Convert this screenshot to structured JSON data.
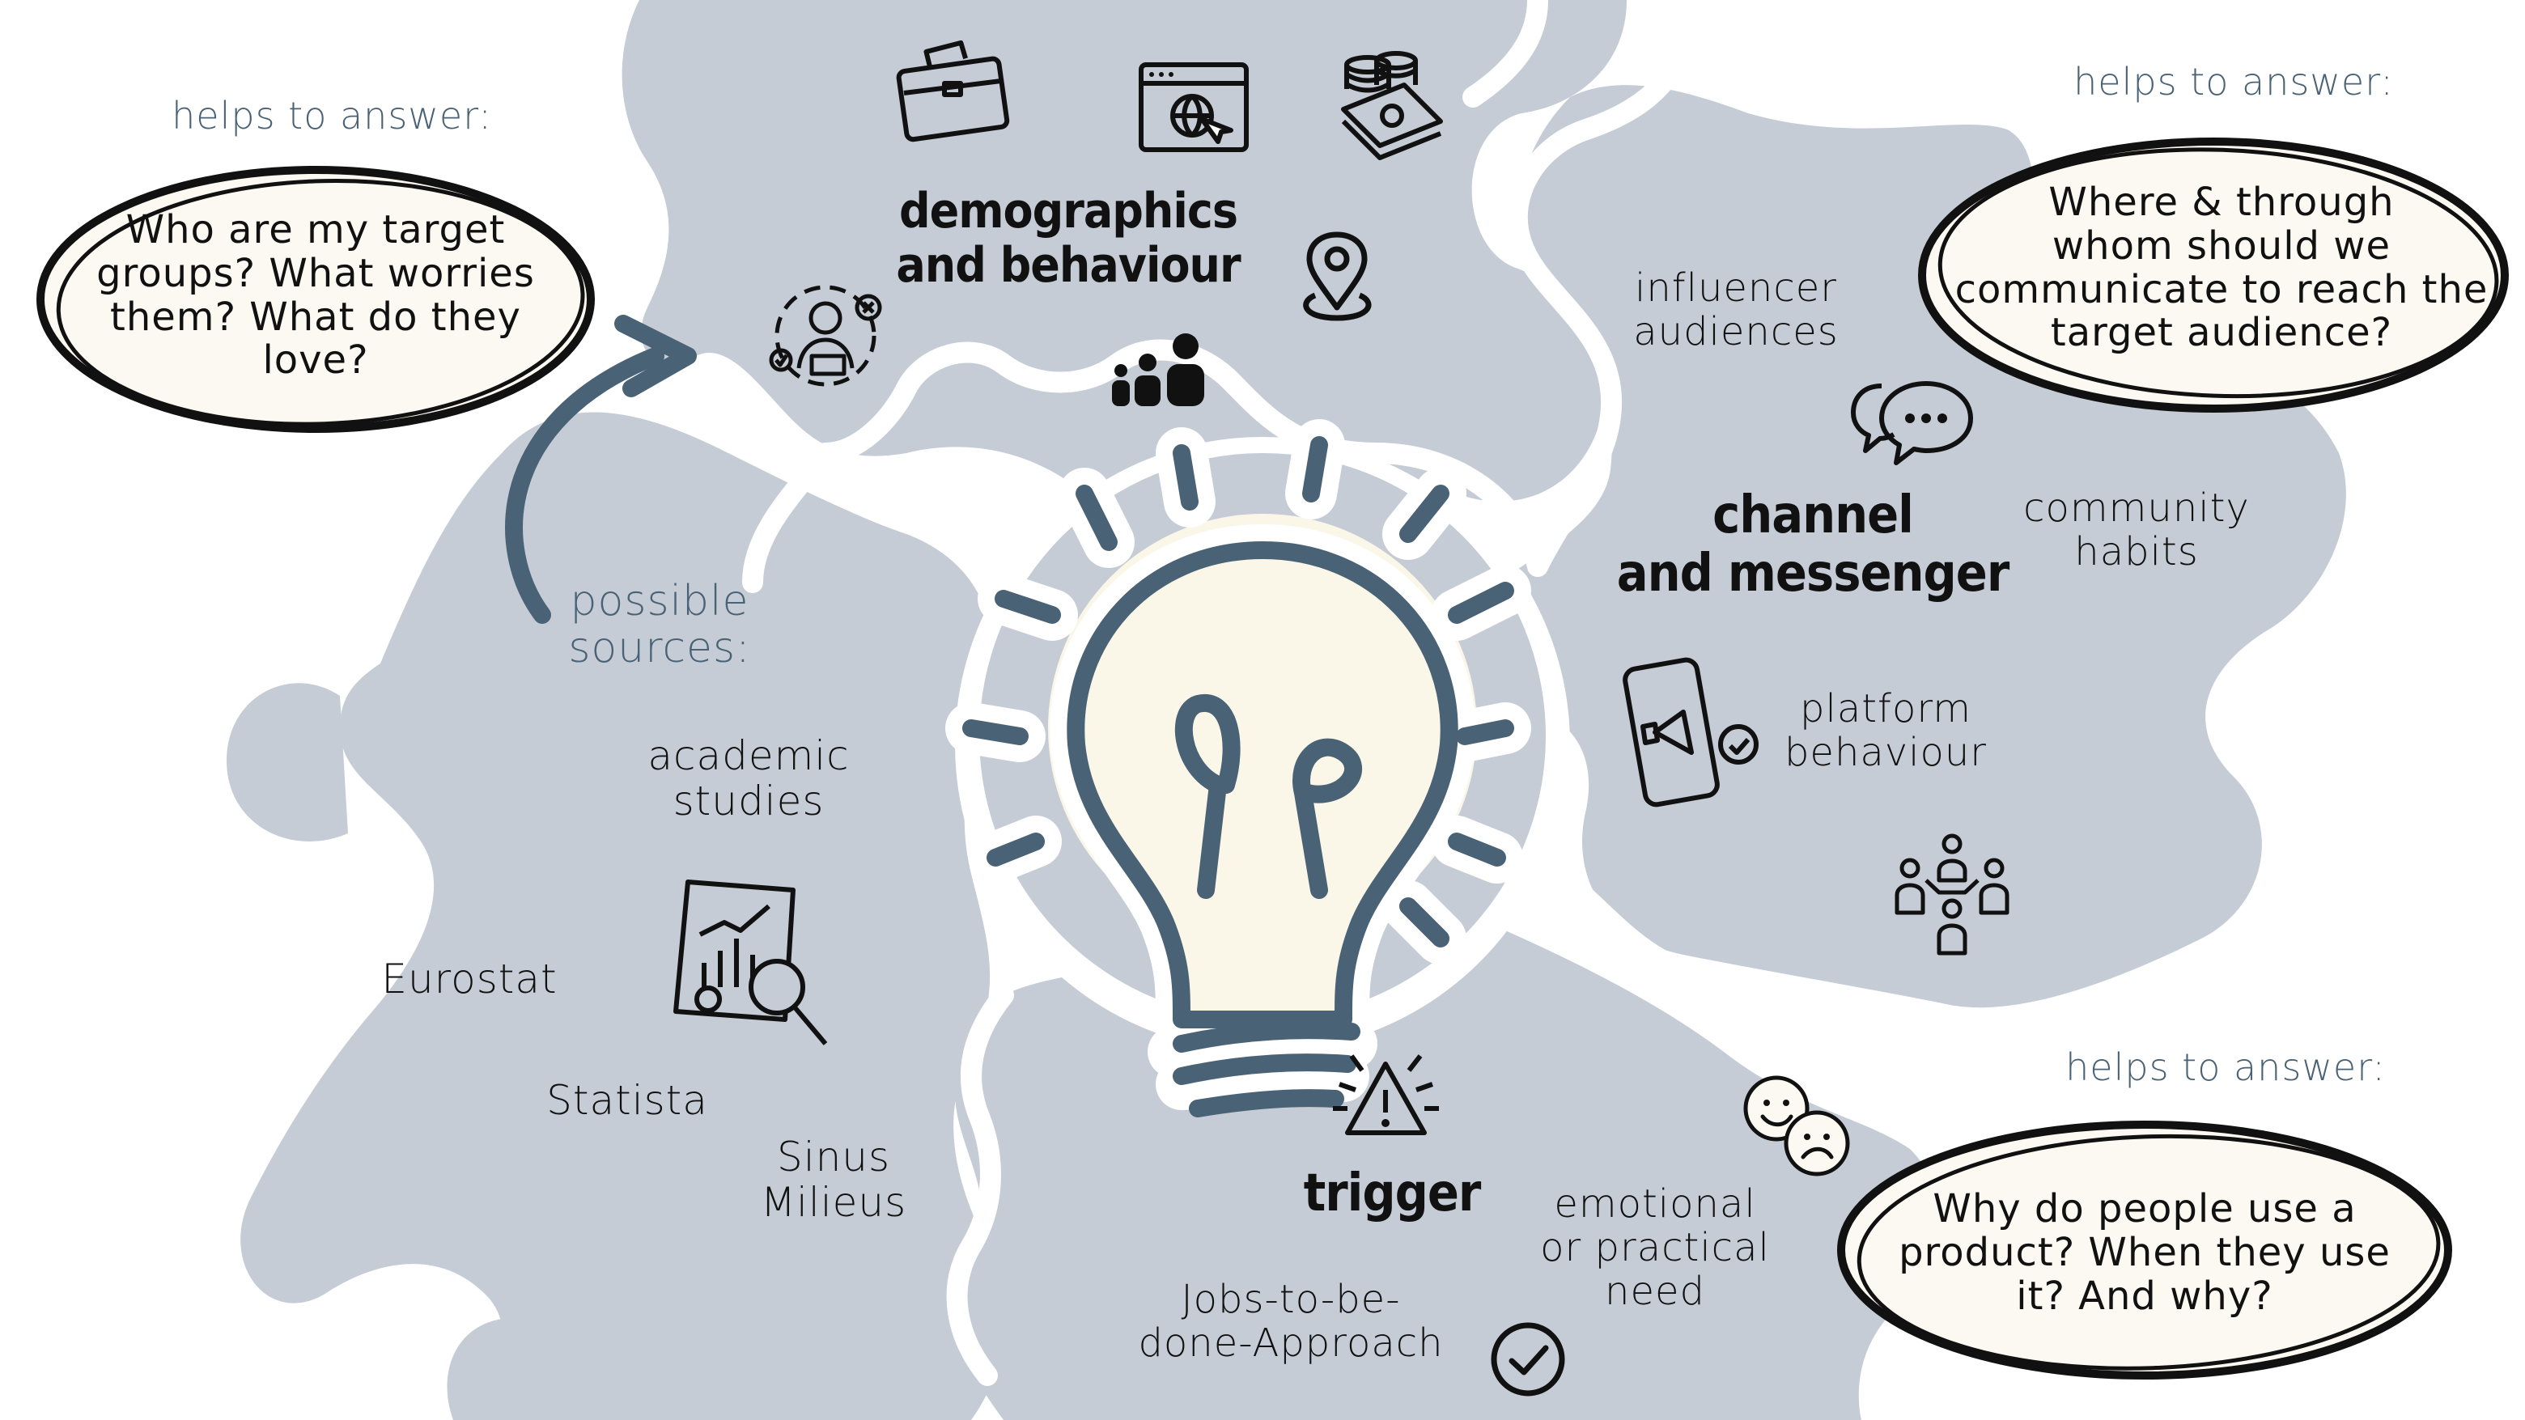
{
  "colors": {
    "puzzle": "#c5ccd5",
    "accent": "#4a6275",
    "bubble_fill": "#fbf9f1",
    "bulb_fill": "#fbf7e8",
    "ink": "#111111"
  },
  "bubbles": {
    "left": {
      "label": "helps to answer:",
      "text": "Who are my target\ngroups? What worries\nthem? What do they\nlove?"
    },
    "top_right": {
      "label": "helps to answer:",
      "text": "Where & through\nwhom should we\ncommunicate to reach the\ntarget audience?"
    },
    "bottom_right": {
      "label": "helps to answer:",
      "text": "Why do people use a\nproduct? When they use\nit? And why?"
    }
  },
  "pieces": {
    "demographics": {
      "title": "demographics\nand behaviour"
    },
    "channel": {
      "title": "channel\nand messenger",
      "items": [
        "influencer\naudiences",
        "community\nhabits",
        "platform\nbehaviour"
      ]
    },
    "trigger": {
      "title": "trigger",
      "items": [
        "emotional\nor practical\nneed",
        "Jobs-to-be-\ndone-Approach"
      ]
    },
    "sources": {
      "title": "possible\nsources:",
      "items": [
        "academic\nstudies",
        "Eurostat",
        "Statista",
        "Sinus\nMilieus"
      ]
    }
  },
  "icons": [
    "briefcase-icon",
    "browser-globe-icon",
    "money-stack-icon",
    "location-pin-icon",
    "people-group-icon",
    "shopper-decision-icon",
    "chat-bubbles-icon",
    "phone-megaphone-icon",
    "team-network-icon",
    "report-magnifier-icon",
    "warning-alert-icon",
    "emotion-faces-icon",
    "checkmark-circle-icon",
    "lightbulb-icon",
    "curved-arrow-icon"
  ]
}
